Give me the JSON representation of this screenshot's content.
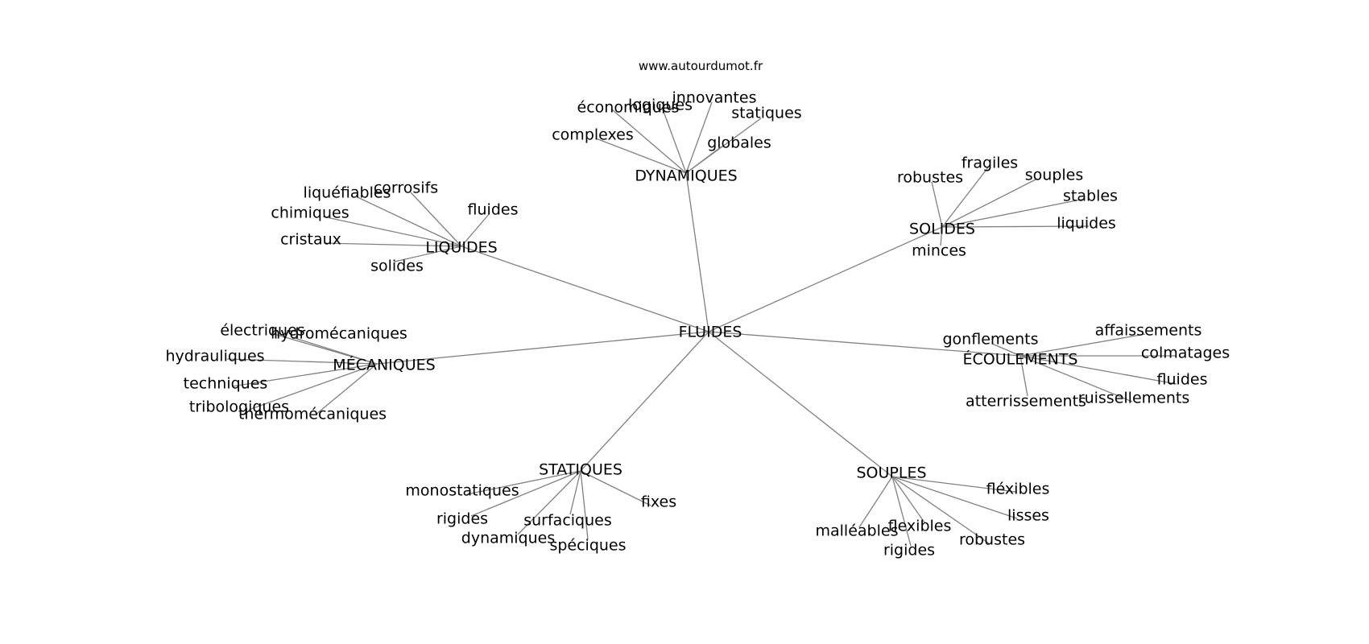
{
  "header": {
    "url": "www.autourdumot.fr"
  },
  "graph": {
    "center": "FLUIDES",
    "clusters": [
      {
        "id": "dynamiques",
        "label": "DYNAMIQUES",
        "words": [
          "économiques",
          "logiques",
          "innovantes",
          "statiques",
          "complexes",
          "globales"
        ]
      },
      {
        "id": "liquides",
        "label": "LIQUIDES",
        "words": [
          "liquéfiables",
          "corrosifs",
          "chimiques",
          "fluides",
          "cristaux",
          "solides"
        ]
      },
      {
        "id": "solides",
        "label": "SOLIDES",
        "words": [
          "fragiles",
          "robustes",
          "souples",
          "stables",
          "liquides",
          "minces"
        ]
      },
      {
        "id": "mecaniques",
        "label": "MÉCANIQUES",
        "words": [
          "électriques",
          "hydromécaniques",
          "hydrauliques",
          "techniques",
          "tribologiques",
          "thermomécaniques"
        ]
      },
      {
        "id": "ecoulements",
        "label": "ÉCOULEMENTS",
        "words": [
          "gonflements",
          "affaissements",
          "colmatages",
          "fluides",
          "atterrissements",
          "ruissellements"
        ]
      },
      {
        "id": "statiques",
        "label": "STATIQUES",
        "words": [
          "monostatiques",
          "fixes",
          "rigides",
          "surfaciques",
          "dynamiques",
          "spéciques"
        ]
      },
      {
        "id": "souples",
        "label": "SOUPLES",
        "words": [
          "fléxibles",
          "lisses",
          "malléables",
          "flexibles",
          "robustes",
          "rigides"
        ]
      }
    ]
  }
}
